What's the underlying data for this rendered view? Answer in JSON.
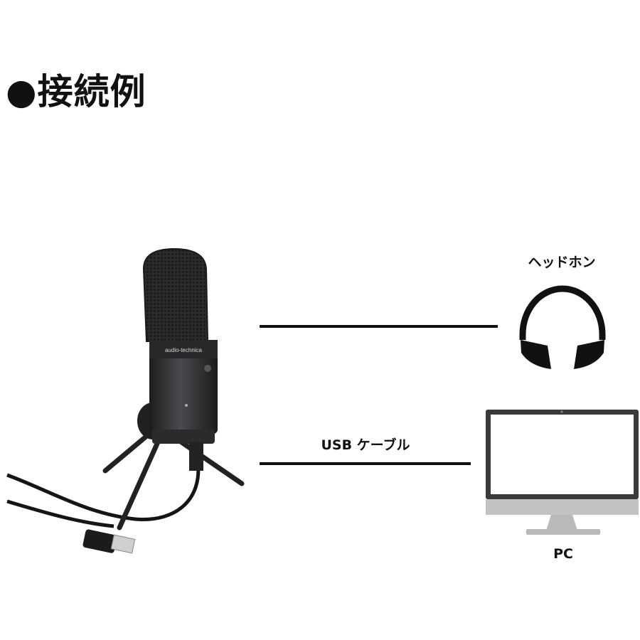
{
  "title": "●接続例",
  "labels": {
    "headphone": "ヘッドホン",
    "cable": "USB ケーブル",
    "pc": "PC"
  },
  "microphone": {
    "brand_text": "audio-technica"
  },
  "colors": {
    "line": "#111111",
    "mic_body": "#2e2f31",
    "monitor_frame": "#3a3a3a",
    "monitor_stand": "#b9b9b9"
  }
}
